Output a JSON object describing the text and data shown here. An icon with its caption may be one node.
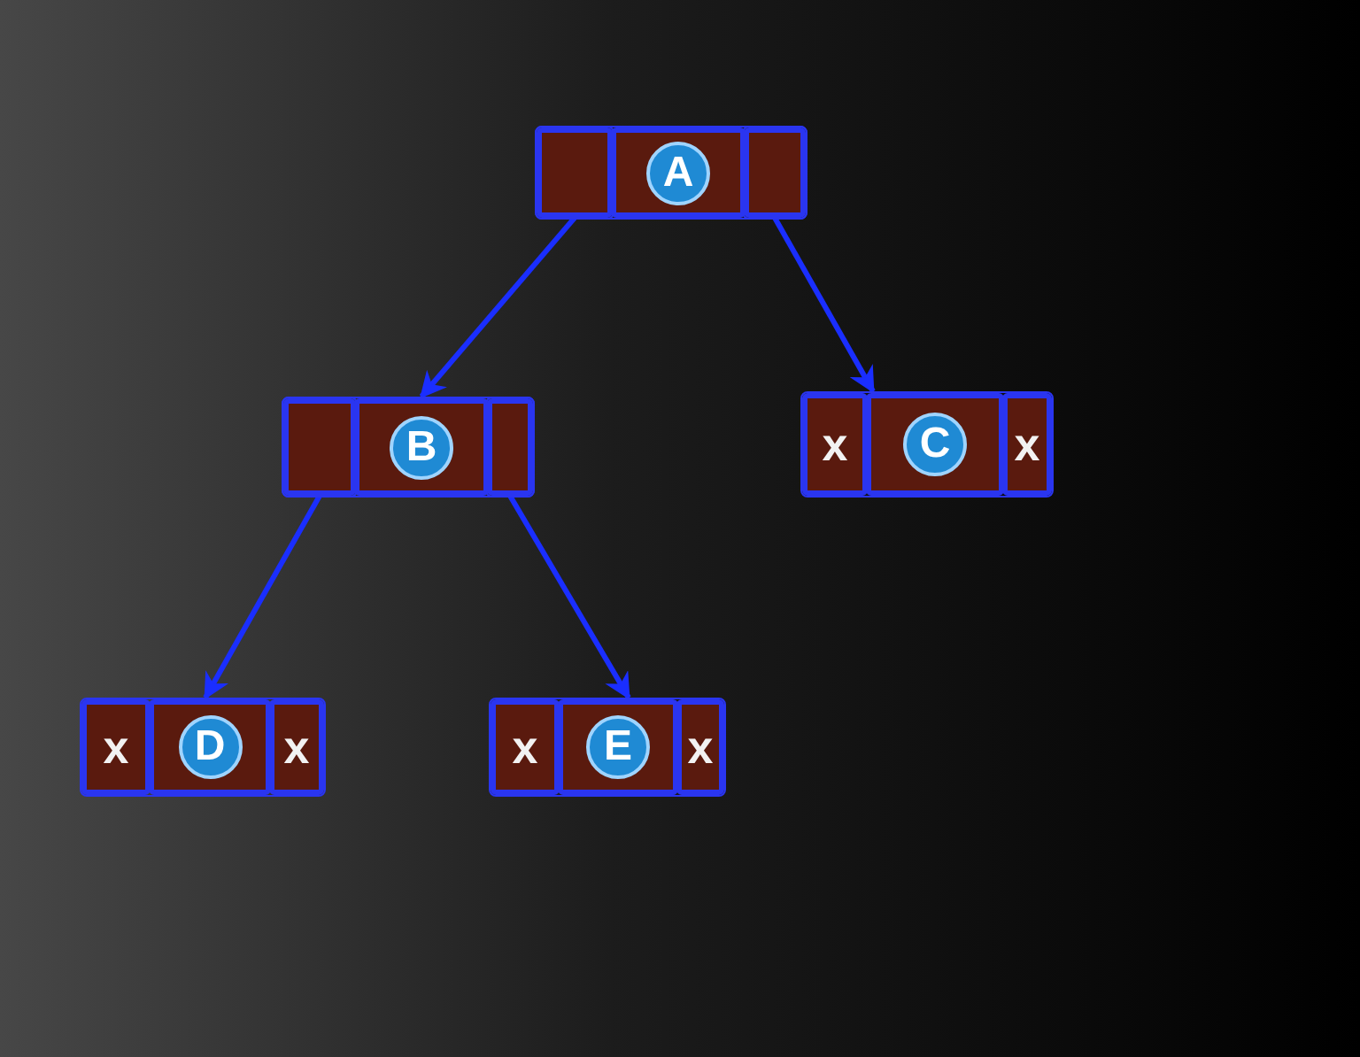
{
  "diagram": {
    "nodes": [
      {
        "text": [],
        "shape": "box"
      },
      {
        "text": [],
        "shape": "box",
        "in": 0
      },
      {
        "text": [
          "A"
        ],
        "in": 0
      },
      {
        "text": [],
        "shape": "box",
        "in": 0
      },
      {
        "text": [],
        "shape": "box"
      },
      {
        "text": [],
        "shape": "box",
        "in": 4
      },
      {
        "text": [
          "B"
        ],
        "in": 4
      },
      {
        "text": [],
        "shape": "box",
        "in": 4
      },
      {
        "text": [],
        "shape": "box"
      },
      {
        "text": [
          "x"
        ],
        "in": 8
      },
      {
        "text": [
          "C"
        ],
        "in": 8
      },
      {
        "text": [
          "x"
        ],
        "in": 8
      },
      {
        "text": [],
        "shape": "box"
      },
      {
        "text": [
          "x"
        ],
        "in": 12
      },
      {
        "text": [
          "D"
        ],
        "in": 12
      },
      {
        "text": [
          "x"
        ],
        "in": 12
      },
      {
        "text": [],
        "shape": "box"
      },
      {
        "text": [
          "x"
        ],
        "in": 16
      },
      {
        "text": [
          "E"
        ],
        "in": 16
      },
      {
        "text": [
          "x"
        ],
        "in": 16
      }
    ],
    "edges": [
      {
        "from": 1,
        "to": 4,
        "arrow": "to"
      },
      {
        "from": 3,
        "to": 8,
        "arrow": "to"
      },
      {
        "from": 5,
        "to": 12,
        "arrow": "to"
      },
      {
        "from": 7,
        "to": 16,
        "arrow": "to"
      }
    ]
  }
}
